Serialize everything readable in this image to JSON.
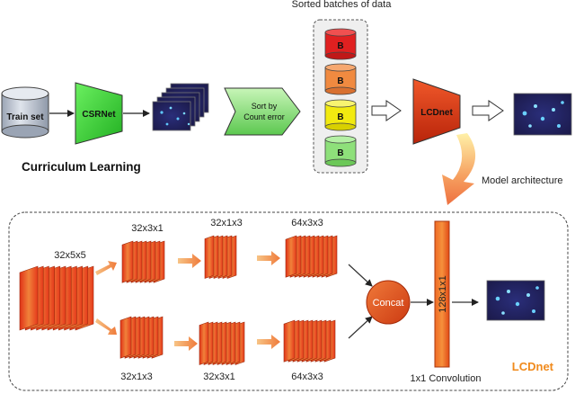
{
  "header": {
    "sorted_batches": "Sorted batches of data"
  },
  "pipeline": {
    "train_set": "Train set",
    "csrnet": "CSRNet",
    "sort_line1": "Sort by",
    "sort_line2": "Count error",
    "batch_label": "B",
    "lcdnet": "LCDnet",
    "curriculum": "Curriculum Learning",
    "model_arch": "Model architecture"
  },
  "architecture": {
    "input_label": "32x5x5",
    "top_labels": [
      "32x3x1",
      "32x1x3",
      "64x3x3"
    ],
    "bottom_labels": [
      "32x1x3",
      "32x3x1",
      "64x3x3"
    ],
    "concat": "Concat",
    "conv_label": "128x1x1",
    "conv_caption": "1x1 Convolution",
    "name": "LCDnet"
  },
  "colors": {
    "batch_red": "#e02020",
    "batch_orange": "#f08a40",
    "batch_yellow": "#f2ea10",
    "batch_green": "#8ee07a",
    "csrnet_green": "#44d640",
    "lcdnet_red": "#d8300e",
    "layer_red": "#e03a1a",
    "accent_orange": "#f08a1c"
  }
}
